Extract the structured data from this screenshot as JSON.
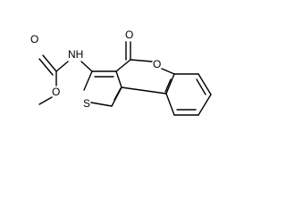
{
  "structure": {
    "atoms": {
      "carbonyl_oxygen_carbamate": "O",
      "ester_oxygen_carbamate": "O",
      "nitrogen": "NH",
      "lactone_carbonyl_oxygen": "O",
      "ring_oxygen": "O",
      "sulfur": "S"
    }
  }
}
